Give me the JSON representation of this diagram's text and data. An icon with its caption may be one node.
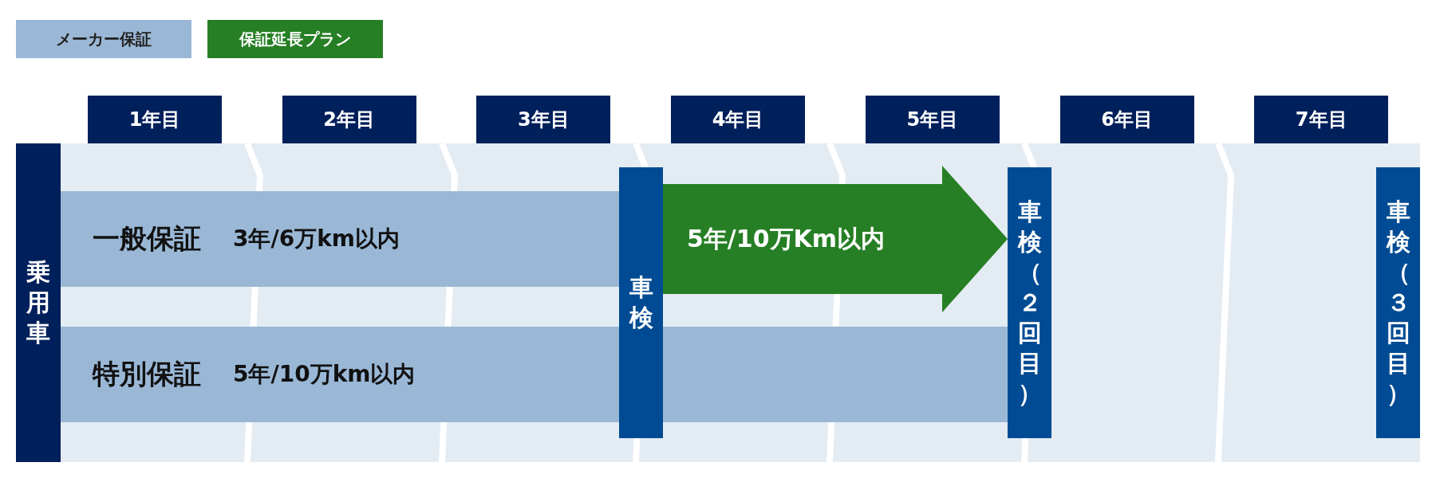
{
  "diagram": {
    "nodes": [
      {
        "text": [
          "乗用車"
        ]
      },
      {
        "text": [
          "一般保証",
          "3年/6万km以内"
        ]
      },
      {
        "text": [
          "特別保証",
          "5年/10万km以内"
        ]
      },
      {
        "text": [
          "車検"
        ]
      },
      {
        "text": [
          "車検（２回目）"
        ]
      },
      {
        "text": [
          "車検（３回目）"
        ]
      }
    ],
    "edges": [
      {
        "from": 3,
        "to": 4,
        "arrow": "to",
        "label": "5年/10万Km以内",
        "color": "#267f24"
      }
    ],
    "labels": [
      "1年目",
      "2年目",
      "3年目",
      "4年目",
      "5年目",
      "6年目",
      "7年目"
    ],
    "legend": [
      {
        "text": "メーカー保証",
        "color": "#9ab8d6"
      },
      {
        "text": "保証延長プラン",
        "color": "#267f24"
      }
    ]
  }
}
